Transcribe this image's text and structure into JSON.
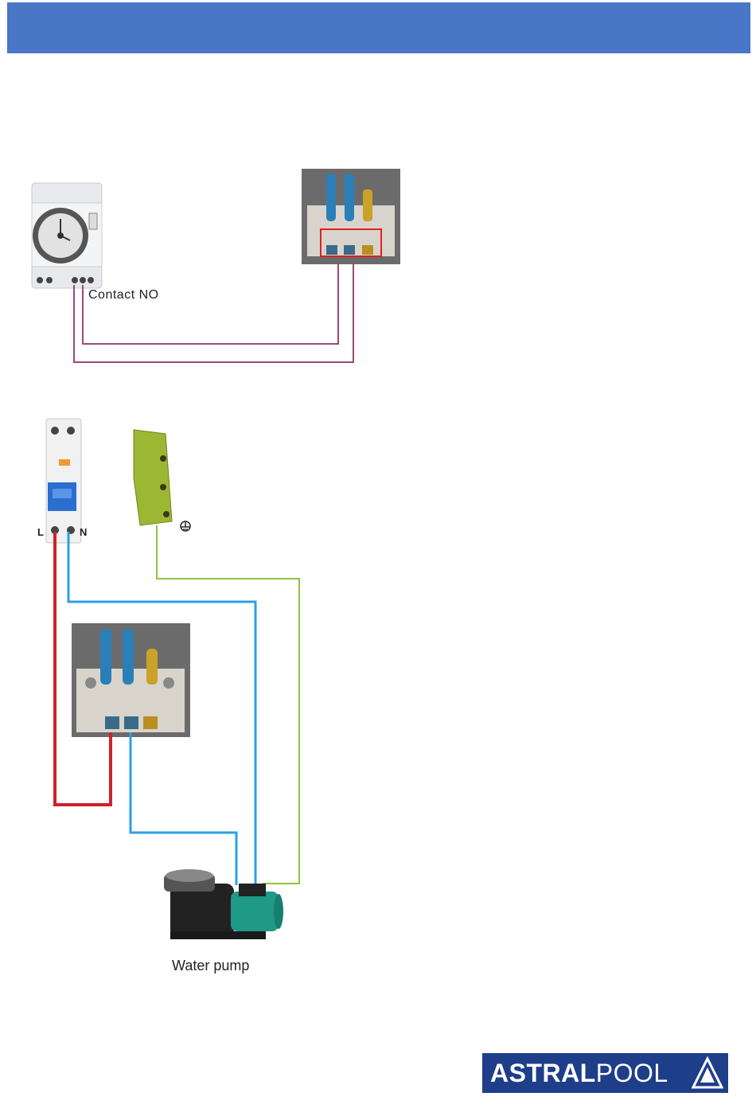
{
  "header": {
    "color": "#4a76c8"
  },
  "labels": {
    "contact": "Contact NO",
    "pump": "Water pump",
    "terminal_l": "L",
    "terminal_n": "N"
  },
  "logo": {
    "part1": "ASTRAL",
    "part2": "POOL"
  },
  "colors": {
    "timer_wire": "#9a4a78",
    "live_wire": "#d0202a",
    "neutral_wire": "#2aa0e6",
    "earth_wire": "#8cc63f",
    "logo_bg": "#1f3e8a"
  }
}
